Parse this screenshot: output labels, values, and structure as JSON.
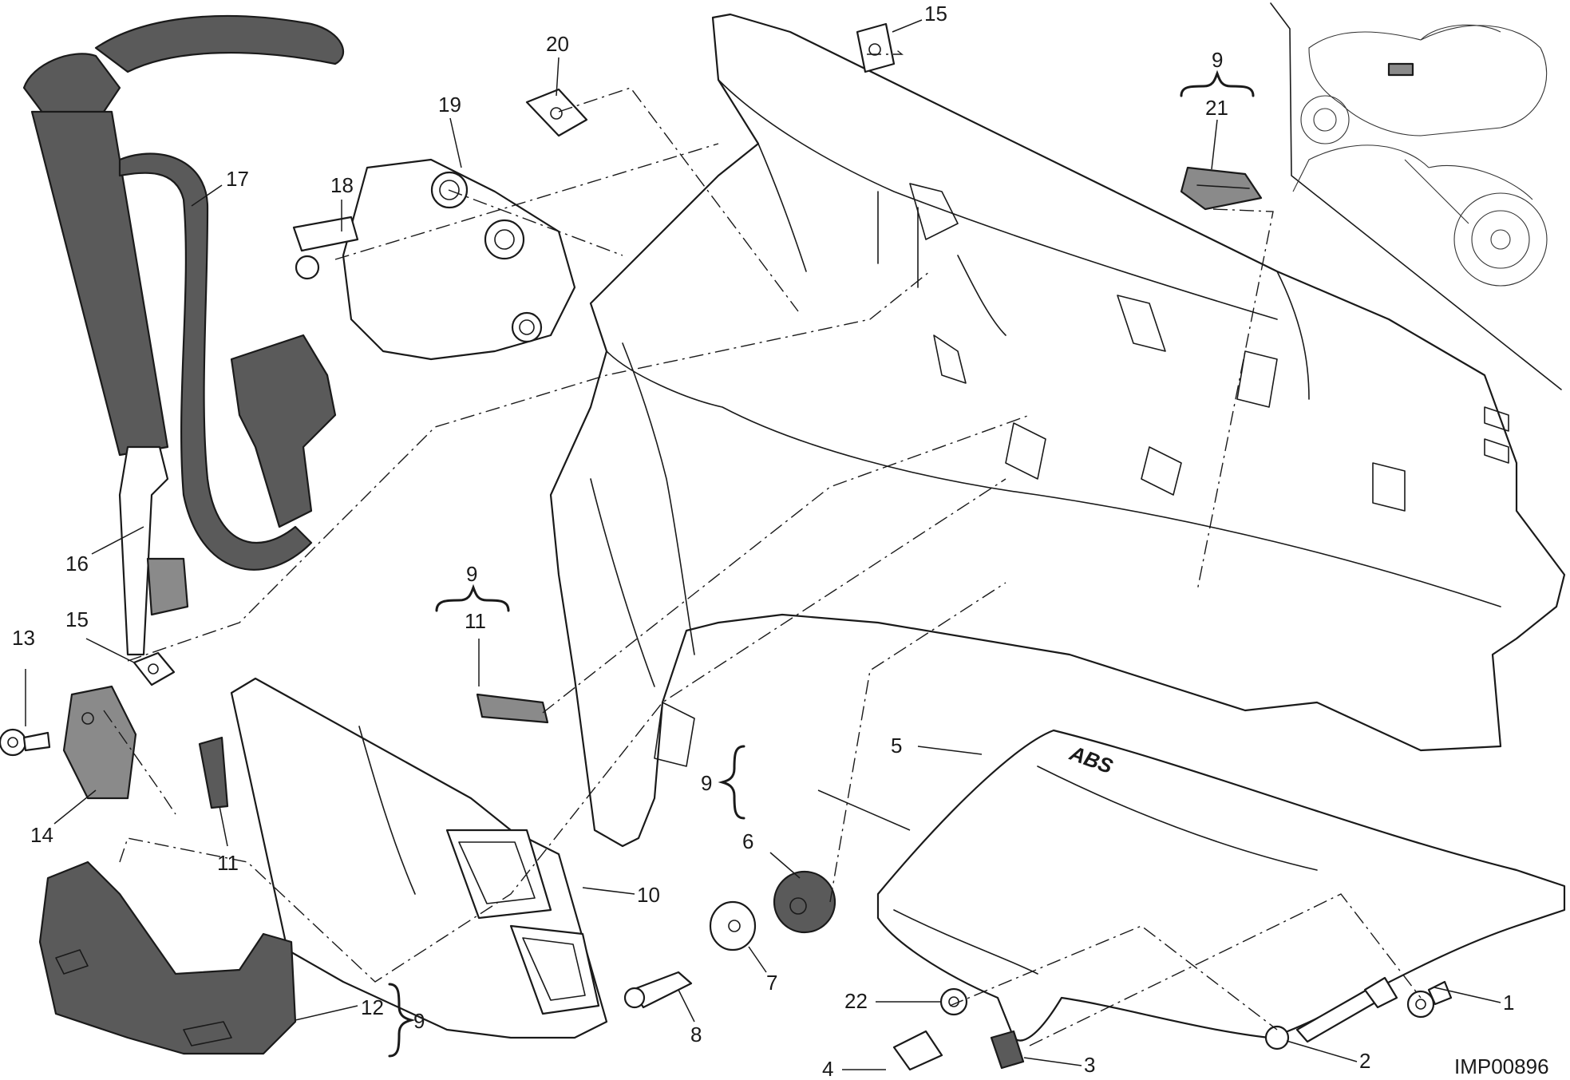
{
  "figure_code": "IMP00896",
  "embossed_text": "ABS",
  "callouts": [
    {
      "id": "c1",
      "text": "1"
    },
    {
      "id": "c2",
      "text": "2"
    },
    {
      "id": "c3",
      "text": "3"
    },
    {
      "id": "c4",
      "text": "4"
    },
    {
      "id": "c5",
      "text": "5"
    },
    {
      "id": "c6",
      "text": "6"
    },
    {
      "id": "c7",
      "text": "7"
    },
    {
      "id": "c8",
      "text": "8"
    },
    {
      "id": "c10",
      "text": "10"
    },
    {
      "id": "c11a",
      "text": "11"
    },
    {
      "id": "c11b",
      "text": "11"
    },
    {
      "id": "c12",
      "text": "12"
    },
    {
      "id": "c13",
      "text": "13"
    },
    {
      "id": "c14",
      "text": "14"
    },
    {
      "id": "c15a",
      "text": "15"
    },
    {
      "id": "c15b",
      "text": "15"
    },
    {
      "id": "c16",
      "text": "16"
    },
    {
      "id": "c17",
      "text": "17"
    },
    {
      "id": "c18",
      "text": "18"
    },
    {
      "id": "c19",
      "text": "19"
    },
    {
      "id": "c20",
      "text": "20"
    },
    {
      "id": "c21",
      "text": "21"
    },
    {
      "id": "c22",
      "text": "22"
    }
  ],
  "kit_labels": [
    {
      "id": "k9a",
      "text": "9"
    },
    {
      "id": "k9b",
      "text": "9"
    },
    {
      "id": "k9c",
      "text": "9"
    },
    {
      "id": "k9d",
      "text": "9"
    }
  ]
}
